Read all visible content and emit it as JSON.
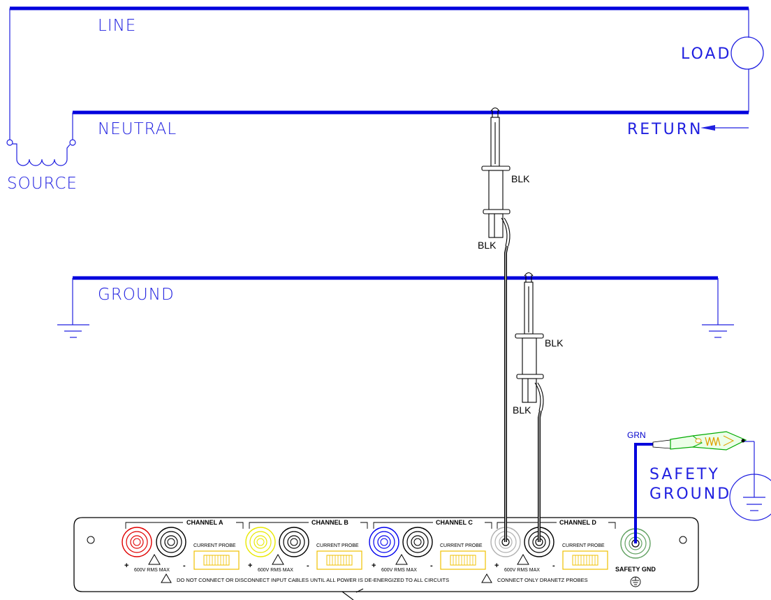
{
  "labels": {
    "line": "LINE",
    "neutral": "NEUTRAL",
    "source": "SOURCE",
    "load": "LOAD",
    "return": "RETURN",
    "ground": "GROUND",
    "safety_ground_1": "SAFETY",
    "safety_ground_2": "GROUND",
    "grn": "GRN",
    "blk": "BLK"
  },
  "panel": {
    "channel_a": "CHANNEL A",
    "channel_b": "CHANNEL B",
    "channel_c": "CHANNEL C",
    "channel_d": "CHANNEL D",
    "current_probe": "CURRENT PROBE",
    "voltage_rating": "600V RMS MAX",
    "plus": "+",
    "minus": "-",
    "safety_gnd": "SAFETY GND",
    "warning_1": "DO NOT CONNECT OR DISCONNECT INPUT CABLES UNTIL ALL POWER IS DE-ENERGIZED TO ALL CIRCUITS",
    "warning_2": "CONNECT ONLY DRANETZ PROBES"
  },
  "colors": {
    "line": "#0000dd",
    "thin": "#2020e0",
    "channel_a": "#e00000",
    "channel_b": "#e8e800",
    "channel_c": "#0000ee",
    "channel_d": "#b0b0b0",
    "safety": "#60a060",
    "lead": "#909090",
    "clip": "#00aa00",
    "clip_inner": "#e0a000"
  }
}
